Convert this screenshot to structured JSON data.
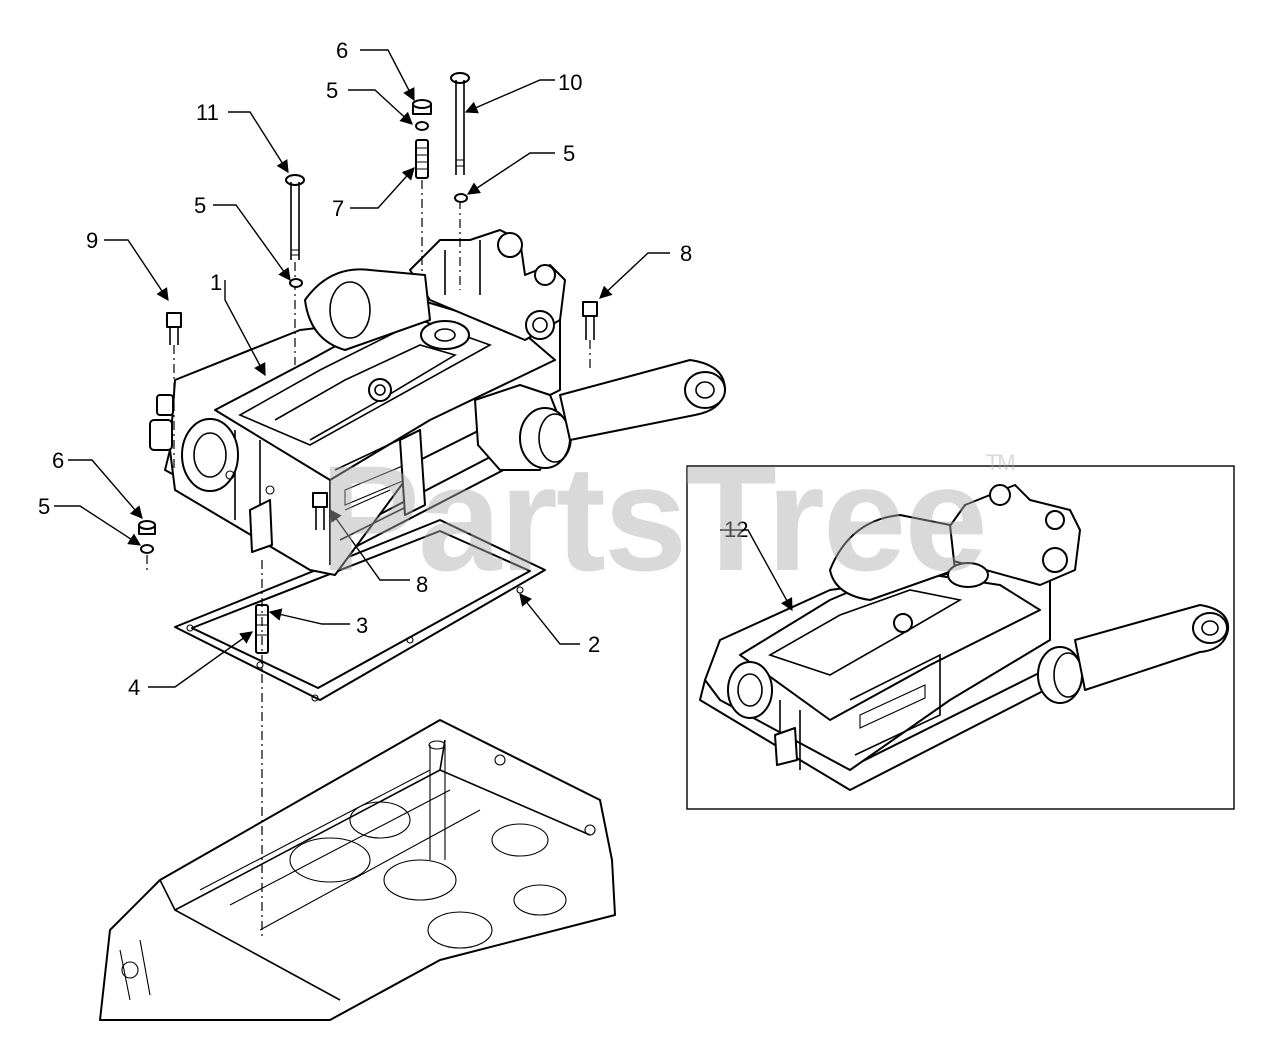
{
  "watermark": {
    "text": "PartsTree",
    "mark": "TM"
  },
  "callouts": {
    "c1": "1",
    "c2": "2",
    "c3": "3",
    "c4": "4",
    "c5a": "5",
    "c5b": "5",
    "c5c": "5",
    "c5d": "5",
    "c6a": "6",
    "c6b": "6",
    "c7": "7",
    "c8a": "8",
    "c8b": "8",
    "c9": "9",
    "c10": "10",
    "c11": "11",
    "c12": "12"
  }
}
